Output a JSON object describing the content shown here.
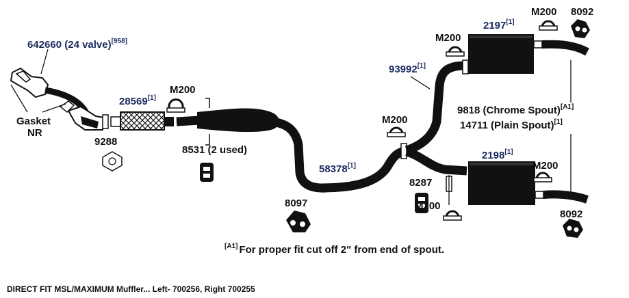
{
  "parts": {
    "converter": {
      "number": "642660",
      "qualifier": "(24 valve)",
      "ref": "[958]"
    },
    "gasket": {
      "line1": "Gasket",
      "line2": "NR"
    },
    "flange_gasket": {
      "number": "9288"
    },
    "resonator": {
      "number": "28569",
      "ref": "[1]"
    },
    "clamp_front": {
      "number": "M200"
    },
    "hanger_front": {
      "number": "8531",
      "qualifier": "(2 used)"
    },
    "hanger_mid": {
      "number": "8097"
    },
    "pipe_mid": {
      "number": "58378",
      "ref": "[1]"
    },
    "clamp_y": {
      "number": "M200"
    },
    "pipe_left": {
      "number": "93992",
      "ref": "[1]"
    },
    "clamp_left_muffler": {
      "number": "M200"
    },
    "muffler_left": {
      "number": "2197",
      "ref": "[1]"
    },
    "clamp_left_tail": {
      "number": "M200"
    },
    "hanger_left_tail": {
      "number": "8092"
    },
    "spout_chrome": {
      "text": "9818 (Chrome Spout)",
      "ref": "[A1]"
    },
    "spout_plain": {
      "text": "14711 (Plain Spout)",
      "ref": "[1]"
    },
    "muffler_right": {
      "number": "2198",
      "ref": "[1]"
    },
    "clamp_right_tail": {
      "number": "M200"
    },
    "hanger_right_muffler": {
      "number": "8287"
    },
    "clamp_right_muffler": {
      "number": "M200"
    },
    "hanger_right_tail": {
      "number": "8092"
    }
  },
  "note": {
    "ref": "[A1]",
    "text": "For proper fit cut off 2\" from end of spout."
  },
  "footer": "DIRECT FIT MSL/MAXIMUM Muffler... Left- 700256, Right 700255",
  "colors": {
    "ink": "#111111",
    "part_blue": "#1b2a5e",
    "background": "#ffffff"
  }
}
